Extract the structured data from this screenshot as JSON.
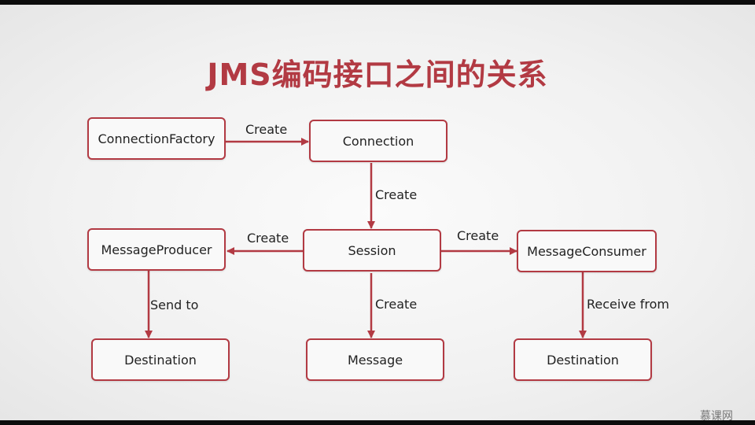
{
  "title": "JMS编码接口之间的关系",
  "nodes": {
    "connection_factory": "ConnectionFactory",
    "connection": "Connection",
    "session": "Session",
    "message_producer": "MessageProducer",
    "message_consumer": "MessageConsumer",
    "destination_left": "Destination",
    "message": "Message",
    "destination_right": "Destination"
  },
  "edges": {
    "factory_to_connection": "Create",
    "connection_to_session": "Create",
    "session_to_producer": "Create",
    "session_to_consumer": "Create",
    "producer_to_destination": "Send to",
    "session_to_message": "Create",
    "consumer_to_destination": "Receive from"
  },
  "watermark": "慕课网",
  "colors": {
    "accent": "#b23a43",
    "text": "#222222"
  }
}
